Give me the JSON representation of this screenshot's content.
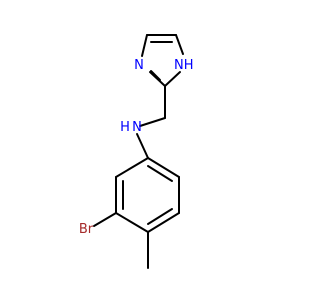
{
  "atoms": {
    "n_imidazole_ring": "N",
    "nh_imidazole": "NH",
    "nh_amine": "N",
    "nh_amine_h": "H",
    "bromine": "Br"
  },
  "colors": {
    "bond": "#000000",
    "nitrogen": "#0000ff",
    "bromine": "#a52a2a",
    "background": "#ffffff"
  }
}
